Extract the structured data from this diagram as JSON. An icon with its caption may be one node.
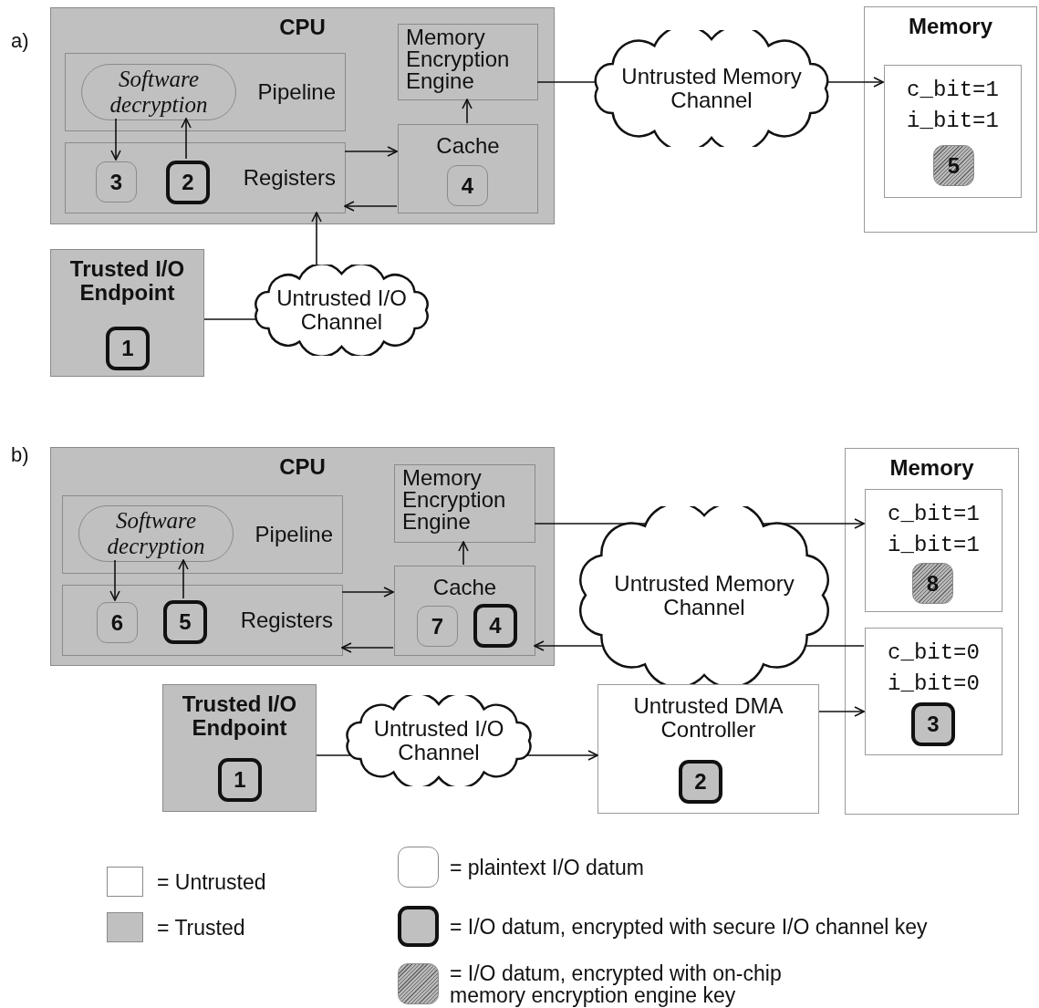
{
  "diagram": {
    "nodes": [
      {
        "text": [
          "CPU"
        ]
      },
      {
        "text": [
          "Pipeline"
        ],
        "in": 0
      },
      {
        "text": [
          "Software decryption"
        ],
        "in": 1
      },
      {
        "text": [
          "Memory Encryption Engine"
        ],
        "in": 0
      },
      {
        "text": [
          "Registers"
        ],
        "in": 0
      },
      {
        "text": [
          "3"
        ],
        "in": 4
      },
      {
        "text": [
          "2"
        ],
        "in": 4
      },
      {
        "text": [
          "Cache"
        ],
        "in": 0
      },
      {
        "text": [
          "4"
        ],
        "in": 7
      },
      {
        "text": [
          "Untrusted Memory Channel"
        ]
      },
      {
        "text": [
          "Memory"
        ]
      },
      {
        "text": [
          "c_bit=1",
          "i_bit=1"
        ],
        "in": 10
      },
      {
        "text": [
          "5"
        ],
        "in": 11
      },
      {
        "text": [
          "Trusted I/O Endpoint"
        ]
      },
      {
        "text": [
          "1"
        ],
        "in": 13
      },
      {
        "text": [
          "Untrusted I/O Channel"
        ]
      },
      {
        "text": [
          "CPU"
        ]
      },
      {
        "text": [
          "Pipeline"
        ],
        "in": 16
      },
      {
        "text": [
          "Software decryption"
        ],
        "in": 17
      },
      {
        "text": [
          "Memory Encryption Engine"
        ],
        "in": 16
      },
      {
        "text": [
          "Registers"
        ],
        "in": 16
      },
      {
        "text": [
          "6"
        ],
        "in": 20
      },
      {
        "text": [
          "5"
        ],
        "in": 20
      },
      {
        "text": [
          "Cache"
        ],
        "in": 16
      },
      {
        "text": [
          "7"
        ],
        "in": 23
      },
      {
        "text": [
          "4"
        ],
        "in": 23
      },
      {
        "text": [
          "Memory"
        ]
      },
      {
        "text": [
          "c_bit=1",
          "i_bit=1"
        ],
        "in": 26
      },
      {
        "text": [
          "8"
        ],
        "in": 27
      },
      {
        "text": [
          "c_bit=0",
          "i_bit=0"
        ],
        "in": 26
      },
      {
        "text": [
          "3"
        ],
        "in": 29
      },
      {
        "text": [
          "Untrusted Memory Channel"
        ]
      },
      {
        "text": [
          "Trusted I/O Endpoint"
        ]
      },
      {
        "text": [
          "1"
        ],
        "in": 32
      },
      {
        "text": [
          "Untrusted I/O Channel"
        ]
      },
      {
        "text": [
          "Untrusted DMA Controller"
        ]
      },
      {
        "text": [
          "2"
        ],
        "in": 35
      }
    ],
    "edges": [
      {
        "from": 2,
        "to": 5,
        "arrow": "to"
      },
      {
        "from": 6,
        "to": 2,
        "arrow": "to"
      },
      {
        "from": 4,
        "to": 7,
        "arrow": "to"
      },
      {
        "from": 7,
        "to": 4,
        "arrow": "to"
      },
      {
        "from": 7,
        "to": 3,
        "arrow": "to"
      },
      {
        "from": 3,
        "to": 9,
        "arrow": "none"
      },
      {
        "from": 9,
        "to": 11,
        "arrow": "to"
      },
      {
        "from": 15,
        "to": 4,
        "arrow": "to"
      },
      {
        "from": 13,
        "to": 15,
        "arrow": "none"
      },
      {
        "from": 18,
        "to": 21,
        "arrow": "to"
      },
      {
        "from": 22,
        "to": 18,
        "arrow": "to"
      },
      {
        "from": 20,
        "to": 23,
        "arrow": "to"
      },
      {
        "from": 23,
        "to": 20,
        "arrow": "to"
      },
      {
        "from": 23,
        "to": 19,
        "arrow": "to"
      },
      {
        "from": 19,
        "to": 31,
        "arrow": "none"
      },
      {
        "from": 31,
        "to": 27,
        "arrow": "to"
      },
      {
        "from": 29,
        "to": 31,
        "arrow": "none"
      },
      {
        "from": 31,
        "to": 23,
        "arrow": "to"
      },
      {
        "from": 32,
        "to": 34,
        "arrow": "none"
      },
      {
        "from": 34,
        "to": 35,
        "arrow": "to"
      },
      {
        "from": 35,
        "to": 29,
        "arrow": "to"
      }
    ],
    "labels": [
      "a)",
      "b)"
    ],
    "legend": [
      {
        "text": "= Untrusted",
        "color": "#ffffff"
      },
      {
        "text": "= Trusted",
        "color": "#c0c0c0"
      },
      {
        "text": "= plaintext I/O datum"
      },
      {
        "text": "= I/O datum, encrypted with secure I/O channel key"
      },
      {
        "text": "= I/O datum, encrypted with on-chip memory encryption engine key"
      }
    ]
  }
}
